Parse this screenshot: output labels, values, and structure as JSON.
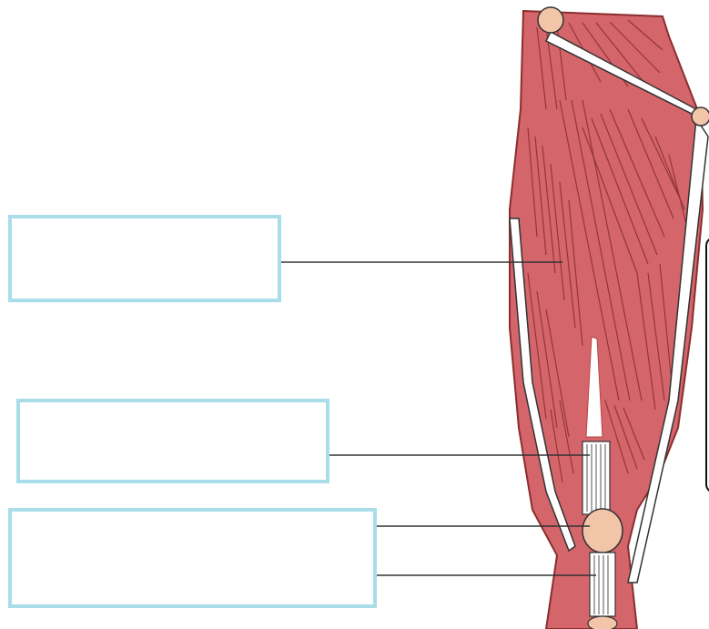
{
  "labels": [
    {
      "id": "label-1",
      "text": ""
    },
    {
      "id": "label-2",
      "text": ""
    },
    {
      "id": "label-3",
      "text": ""
    }
  ],
  "side_panel": {
    "text": ""
  },
  "colors": {
    "box_border": "#a8dde9",
    "muscle_fill": "#d4656a",
    "muscle_line": "#8a2e2e",
    "bone": "#f2c4a8",
    "leader_line": "#333333"
  }
}
